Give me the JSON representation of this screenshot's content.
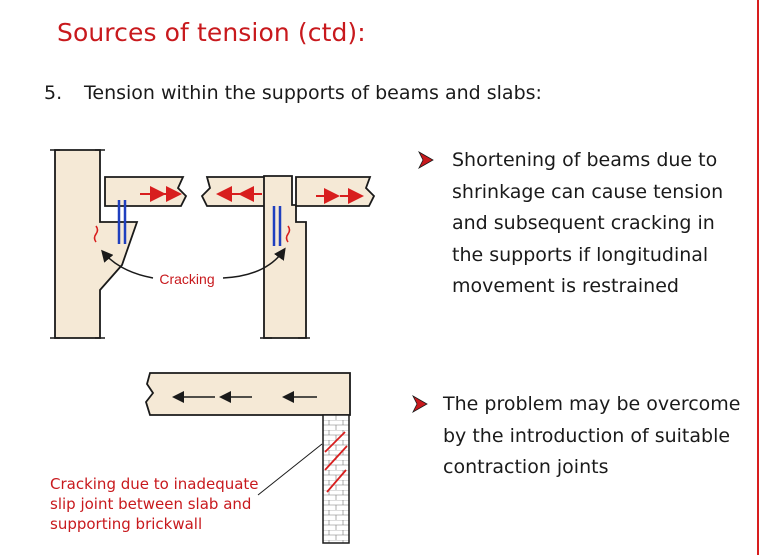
{
  "slide": {
    "title": "Sources of tension (ctd):",
    "item_number": "5.",
    "item_heading": "Tension within the supports of beams and slabs:",
    "bullets": [
      {
        "icon": "arrowhead-bullet-icon",
        "text": "Shortening of beams due to shrinkage can cause tension and subsequent cracking in the supports if longitudinal movement is restrained"
      },
      {
        "icon": "arrowhead-bullet-icon",
        "text": "The problem may be overcome by the introduction of suitable contraction joints"
      }
    ]
  },
  "diagram_top": {
    "label": "Cracking"
  },
  "diagram_bottom": {
    "caption": "Cracking due to inadequate slip joint between slab and supporting brickwall"
  },
  "colors": {
    "accent": "#c8191d",
    "concrete": "#f5e9d6",
    "joint": "#1f3fbf",
    "outline": "#1a1a1a"
  }
}
